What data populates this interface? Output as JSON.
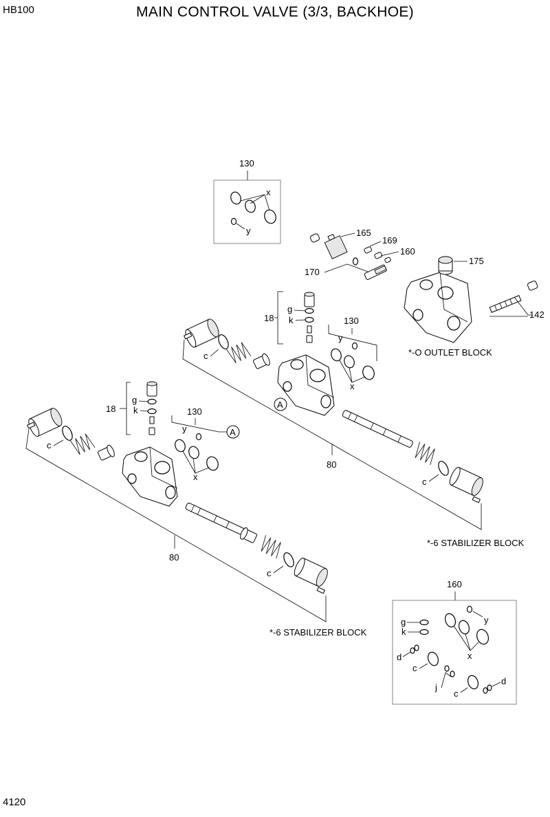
{
  "header": {
    "model": "HB100",
    "title": "MAIN CONTROL VALVE (3/3, BACKHOE)"
  },
  "footer": {
    "page_number": "4120"
  },
  "callouts": {
    "p130_top": "130",
    "p165": "165",
    "p169": "169",
    "p160_top": "160",
    "p170": "170",
    "p175": "175",
    "p142": "142",
    "p18_upper": "18",
    "p130_mid": "130",
    "p18_lower": "18",
    "p130_lower": "130",
    "p80_upper": "80",
    "p80_lower": "80",
    "p160_kit": "160"
  },
  "letters": {
    "x": "x",
    "y": "y",
    "g": "g",
    "k": "k",
    "c": "c",
    "d": "d",
    "j": "j",
    "A": "A"
  },
  "block_labels": {
    "outlet": "*-O OUTLET BLOCK",
    "stabilizer_upper": "*-6 STABILIZER BLOCK",
    "stabilizer_lower": "*-6 STABILIZER BLOCK"
  }
}
